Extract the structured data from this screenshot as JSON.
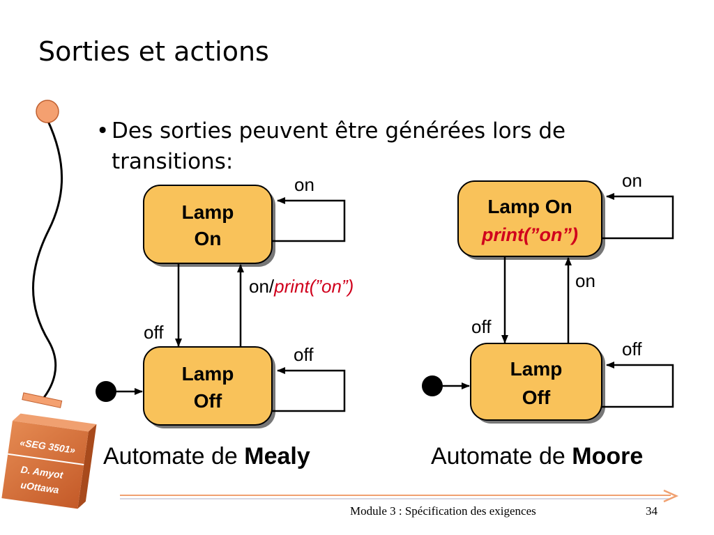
{
  "slide": {
    "title": "Sorties et actions",
    "bullet": "Des sorties peuvent être générées lors de transitions:",
    "footer": "Module 3 : Spécification des exigences",
    "page_number": "34"
  },
  "badge": {
    "line1": "«SEG 3501»",
    "line2": "D. Amyot",
    "line3": "uOttawa"
  },
  "mealy": {
    "state_on": [
      "Lamp",
      "On"
    ],
    "state_off": [
      "Lamp",
      "Off"
    ],
    "self_on_label": "on",
    "self_off_label": "off",
    "off_label": "off",
    "on_label_prefix": "on/",
    "on_label_action": "print(”on”)",
    "caption_prefix": "Automate de ",
    "caption_bold": "Mealy"
  },
  "moore": {
    "state_on_name": "Lamp On",
    "state_on_action": "print(”on”)",
    "state_off": [
      "Lamp",
      "Off"
    ],
    "self_on_label": "on",
    "self_off_label": "off",
    "off_label": "off",
    "on_label": "on",
    "caption_prefix": "Automate de ",
    "caption_bold": "Moore"
  },
  "colors": {
    "state_fill": "#f9c25a",
    "action_red": "#d0001c",
    "decor_orange": "#f4a070",
    "badge_fill": "#d8703a"
  }
}
